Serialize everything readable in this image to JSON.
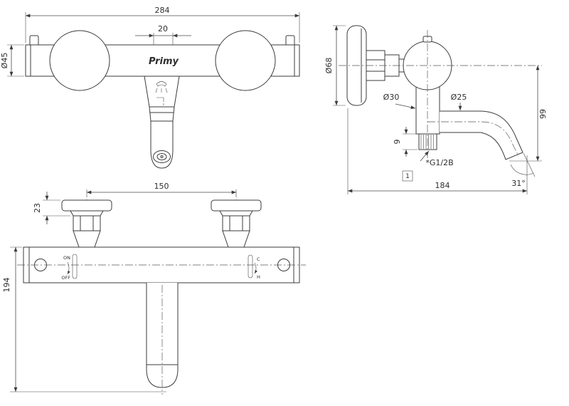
{
  "drawing": {
    "background": "#ffffff",
    "line_color": "#3b3b3b",
    "brand_logo": "Primy"
  },
  "front_view": {
    "dim_overall_width": "284",
    "dim_outlet_offset": "20",
    "dim_body_diameter": "Ø45"
  },
  "side_view": {
    "dim_flange_diameter": "Ø68",
    "dim_body_diameter": "Ø30",
    "dim_spout_diameter": "Ø25",
    "dim_outlet_height": "99",
    "dim_thread_length": "9",
    "thread_label": "*G1/2B",
    "callout_ref": "1",
    "dim_wall_to_spout": "184",
    "dim_spout_angle": "31°"
  },
  "bottom_view": {
    "dim_handle_centers": "150",
    "dim_handle_height": "23",
    "dim_overall_height": "194",
    "label_on": "ON",
    "label_off": "OFF",
    "label_cold": "C",
    "label_hot": "H"
  }
}
